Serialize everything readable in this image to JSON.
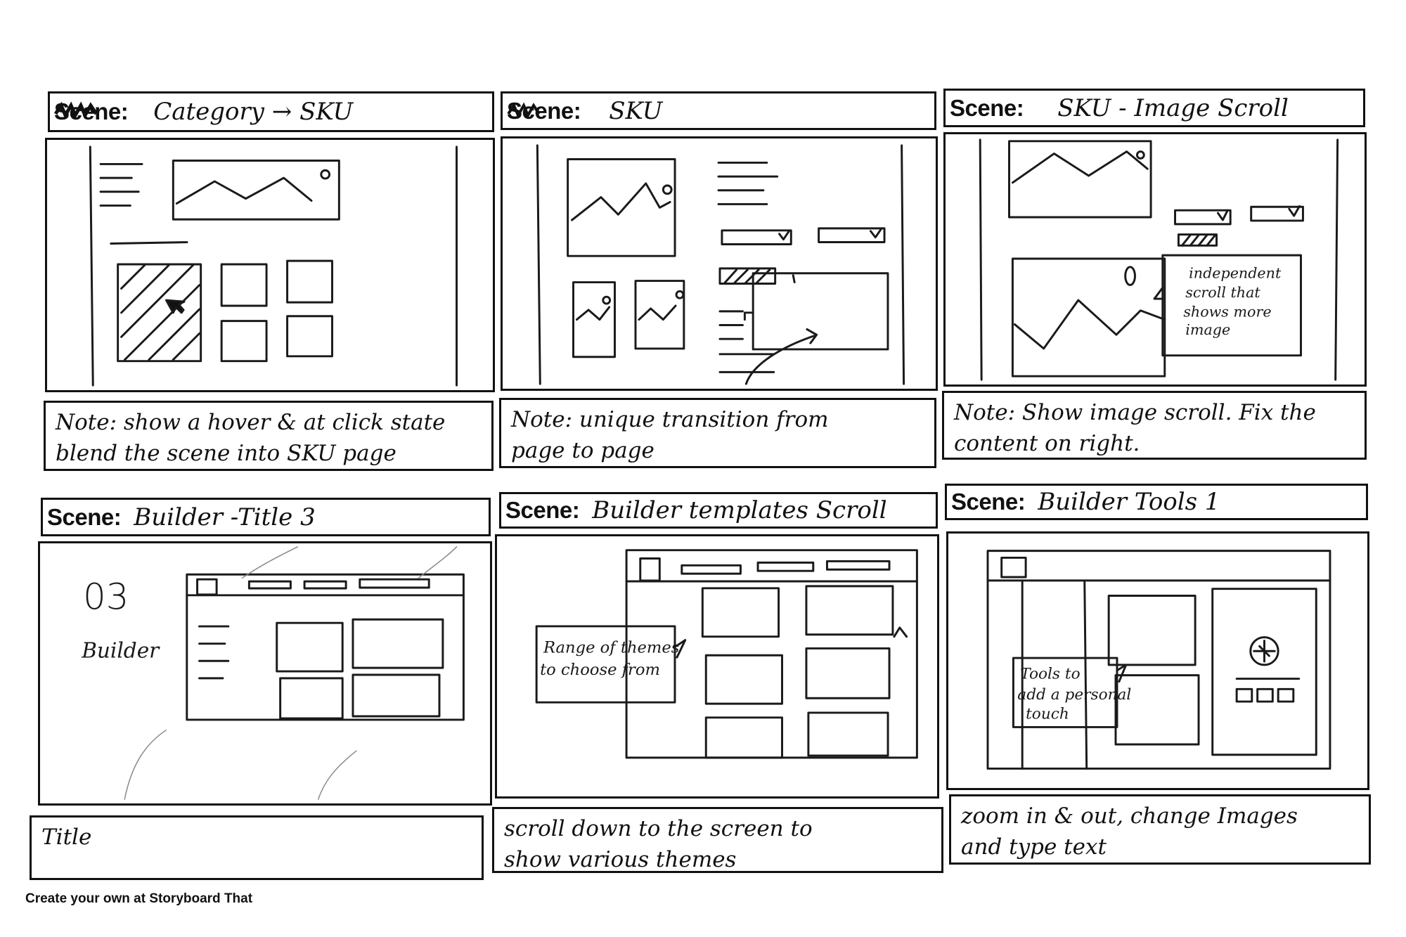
{
  "scene_label": "Scene:",
  "scenes": [
    {
      "title": "Category → SKU",
      "note": "Note: show a hover & at click state\nblend the scene into SKU page"
    },
    {
      "title": "SKU",
      "note": "Note: unique transition from\npage to page"
    },
    {
      "title": "SKU - Image Scroll",
      "note": "Note: Show image scroll. Fix the\ncontent on right.",
      "callout": [
        "independent",
        "scroll that",
        "shows more",
        "image"
      ]
    },
    {
      "title": "Builder -Title 3",
      "note": "Title",
      "big_number": "03",
      "big_label": "Builder"
    },
    {
      "title": "Builder templates Scroll",
      "note": "scroll down to the screen to\nshow various themes",
      "callout": [
        "Range of themes",
        "to choose from"
      ]
    },
    {
      "title": "Builder Tools 1",
      "note": "zoom in & out, change Images\nand type text",
      "callout": [
        "Tools to",
        "add a personal",
        "touch"
      ]
    }
  ],
  "footer": "Create your own at Storyboard That"
}
